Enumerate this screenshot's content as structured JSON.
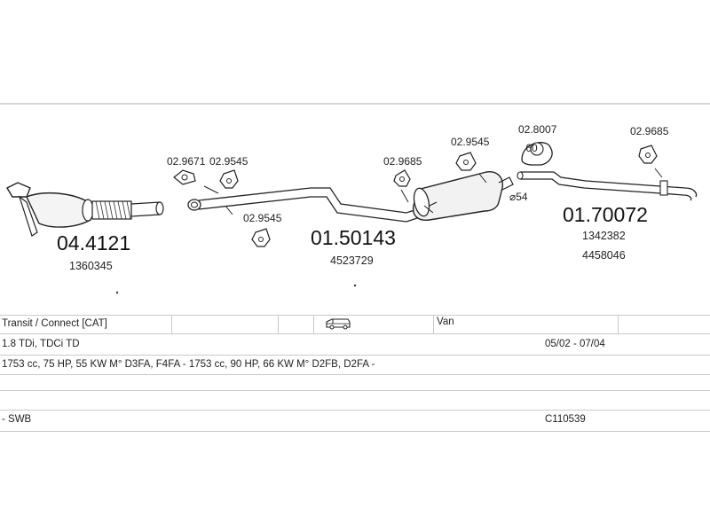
{
  "diagram": {
    "parts": [
      {
        "code": "04.4121",
        "ref": "1360345"
      },
      {
        "code": "01.50143",
        "ref": "4523729"
      },
      {
        "code": "01.70072",
        "ref1": "1342382",
        "ref2": "4458046"
      }
    ],
    "small_parts": {
      "p_9671": "02.9671",
      "p_9545_a": "02.9545",
      "p_9545_b": "02.9545",
      "p_9685_a": "02.9685",
      "p_9545_c": "02.9545",
      "p_8007": "02.8007",
      "p_9685_b": "02.9685"
    },
    "diameter": "⌀54",
    "clamp_size": "60"
  },
  "table": {
    "row1": {
      "model": "Transit / Connect  [CAT]",
      "van_icon": "van-icon",
      "body": "Van"
    },
    "row2": {
      "engine": "1.8 TDi, TDCi TD",
      "years": "05/02 - 07/04"
    },
    "row3": {
      "spec": "1753 cc, 75 HP, 55 KW M° D3FA, F4FA - 1753 cc, 90 HP, 66 KW M° D2FB, D2FA -"
    },
    "row5": {
      "wheelbase": "- SWB",
      "code": "C110539"
    }
  }
}
